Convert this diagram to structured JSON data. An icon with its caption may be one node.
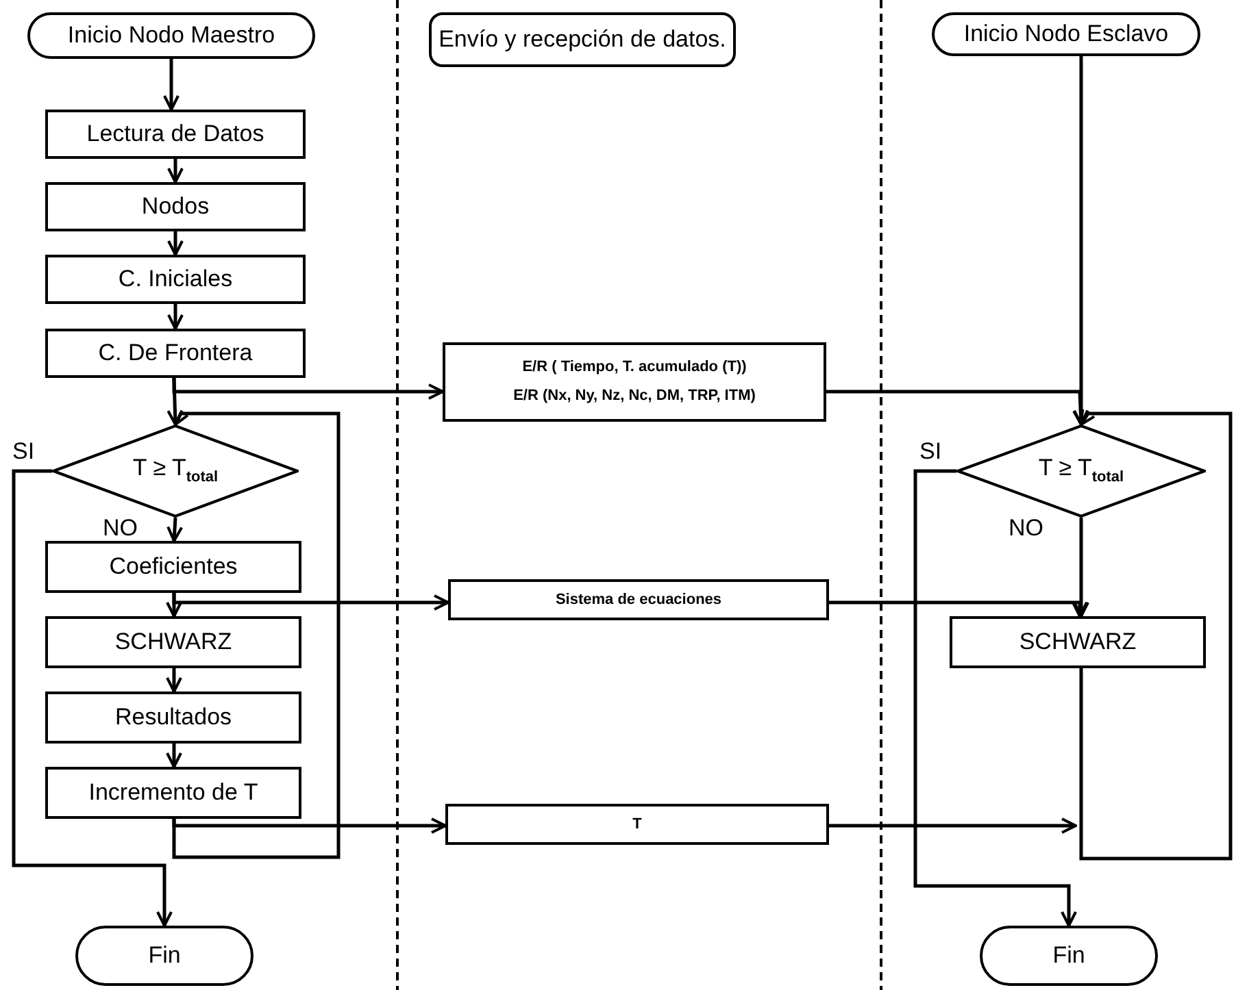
{
  "diagram": {
    "nodes": [
      {
        "text": [
          "Inicio Nodo Maestro"
        ]
      },
      {
        "text": [
          "Envío y recepción de datos."
        ]
      },
      {
        "text": [
          "Inicio Nodo Esclavo"
        ]
      },
      {
        "text": [
          "Lectura de Datos"
        ]
      },
      {
        "text": [
          "Nodos"
        ]
      },
      {
        "text": [
          "C. Iniciales"
        ]
      },
      {
        "text": [
          "C. De Frontera"
        ]
      },
      {
        "text": [
          "E/R ( Tiempo, T. acumulado (T))",
          "E/R (Nx, Ny, Nz, Nc, DM, TRP, ITM)"
        ]
      },
      {
        "text": [
          "T ≥ T$_{total}$"
        ]
      },
      {
        "text": [
          "Coeficientes"
        ]
      },
      {
        "text": [
          "Sistema de ecuaciones"
        ]
      },
      {
        "text": [
          "SCHWARZ"
        ]
      },
      {
        "text": [
          "Resultados"
        ]
      },
      {
        "text": [
          "Incremento de T"
        ]
      },
      {
        "text": [
          "T"
        ]
      },
      {
        "text": [
          "T ≥ T$_{total}$"
        ]
      },
      {
        "text": [
          "SCHWARZ"
        ]
      },
      {
        "text": [
          "Fin"
        ]
      },
      {
        "text": [
          "Fin"
        ]
      }
    ],
    "edges": [
      {
        "from": 0,
        "to": 3,
        "arrow": "to"
      },
      {
        "from": 3,
        "to": 4,
        "arrow": "to"
      },
      {
        "from": 4,
        "to": 5,
        "arrow": "to"
      },
      {
        "from": 5,
        "to": 6,
        "arrow": "to"
      },
      {
        "from": 6,
        "to": 8,
        "arrow": "to"
      },
      {
        "from": 6,
        "to": 7,
        "arrow": "to"
      },
      {
        "from": 7,
        "to": 15,
        "arrow": "to"
      },
      {
        "from": 2,
        "to": 15,
        "arrow": "to"
      },
      {
        "from": 8,
        "to": 9,
        "arrow": "to",
        "label": "NO"
      },
      {
        "from": 8,
        "to": 17,
        "arrow": "to",
        "label": "SI"
      },
      {
        "from": 9,
        "to": 11,
        "arrow": "to"
      },
      {
        "from": 9,
        "to": 10,
        "arrow": "to"
      },
      {
        "from": 10,
        "to": 16,
        "arrow": "to"
      },
      {
        "from": 11,
        "to": 12,
        "arrow": "to"
      },
      {
        "from": 12,
        "to": 13,
        "arrow": "to"
      },
      {
        "from": 13,
        "to": 14,
        "arrow": "to"
      },
      {
        "from": 13,
        "to": 8,
        "arrow": "to"
      },
      {
        "from": 14,
        "to": null,
        "arrow": "to"
      },
      {
        "from": 15,
        "to": 16,
        "arrow": "to",
        "label": "NO"
      },
      {
        "from": 15,
        "to": 18,
        "arrow": "to",
        "label": "SI"
      },
      {
        "from": 16,
        "to": 15,
        "arrow": "to"
      }
    ]
  }
}
